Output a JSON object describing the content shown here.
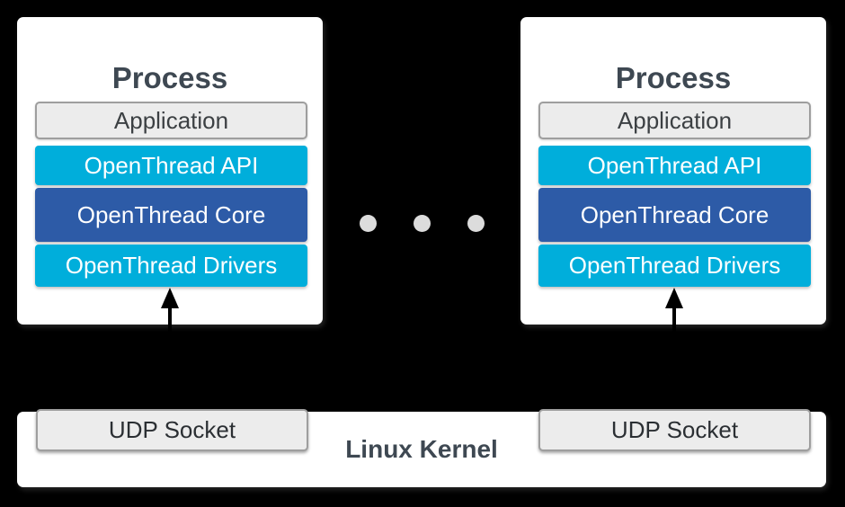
{
  "diagram": {
    "background_color": "#000000",
    "processes": [
      {
        "title": "Process",
        "application_label": "Application",
        "layers": [
          {
            "label": "OpenThread API",
            "color": "#00aedb"
          },
          {
            "label": "OpenThread Core",
            "color": "#2d5ba7"
          },
          {
            "label": "OpenThread Drivers",
            "color": "#00aedb"
          }
        ]
      },
      {
        "title": "Process",
        "application_label": "Application",
        "layers": [
          {
            "label": "OpenThread API",
            "color": "#00aedb"
          },
          {
            "label": "OpenThread Core",
            "color": "#2d5ba7"
          },
          {
            "label": "OpenThread Drivers",
            "color": "#00aedb"
          }
        ]
      }
    ],
    "ellipsis": {
      "dot_count": 3,
      "dot_color": "#dcdcdc"
    },
    "arrows": [
      {
        "icon": "up-arrow-icon",
        "from": "UDP Socket",
        "to": "OpenThread Drivers"
      },
      {
        "icon": "up-arrow-icon",
        "from": "UDP Socket",
        "to": "OpenThread Drivers"
      }
    ],
    "kernel": {
      "label": "Linux Kernel",
      "sockets": [
        {
          "label": "UDP Socket"
        },
        {
          "label": "UDP Socket"
        }
      ]
    },
    "colors": {
      "card_background": "#ffffff",
      "cyan_layer": "#00aedb",
      "blue_layer": "#2d5ba7",
      "gray_box_background": "#ececec",
      "gray_box_border": "#9e9e9e",
      "heading_text": "#3e4852",
      "body_text": "#3c4043",
      "layer_text": "#ffffff",
      "arrow": "#000000"
    }
  }
}
